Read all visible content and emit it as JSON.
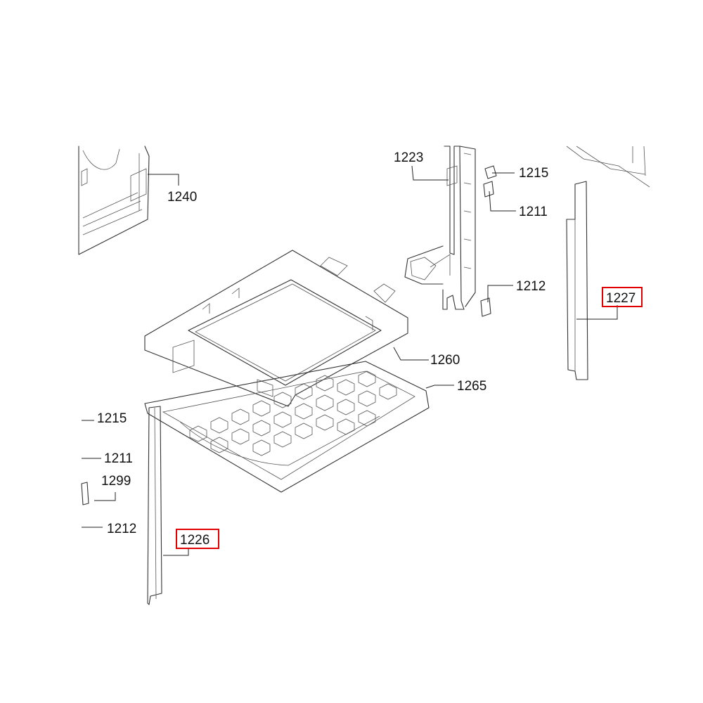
{
  "diagram": {
    "highlight_color": "#e00000",
    "labels": {
      "p1240": "1240",
      "p1223": "1223",
      "p1215_top": "1215",
      "p1211_top": "1211",
      "p1212_top": "1212",
      "p1227": "1227",
      "p1260": "1260",
      "p1265": "1265",
      "p1215_left": "1215",
      "p1211_left": "1211",
      "p1299": "1299",
      "p1212_left": "1212",
      "p1226": "1226"
    },
    "highlighted": [
      "1227",
      "1226"
    ]
  }
}
